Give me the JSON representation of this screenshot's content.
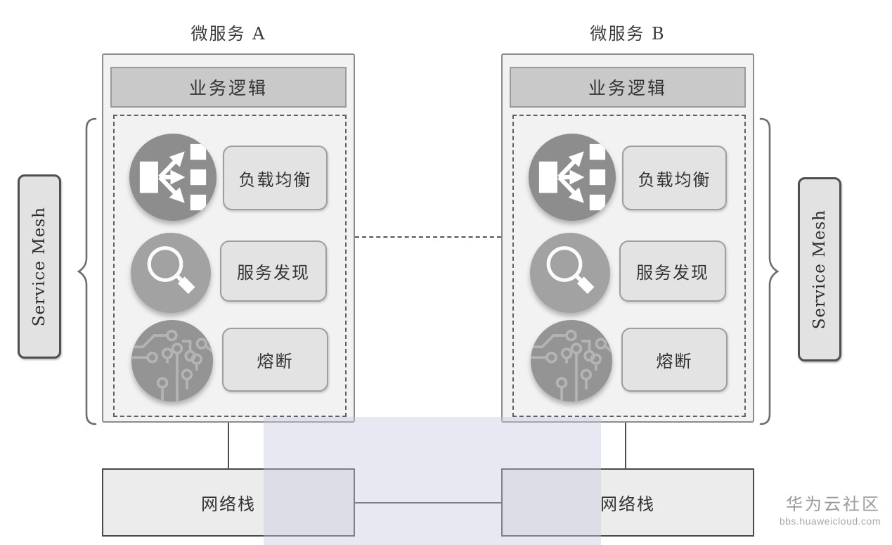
{
  "diagram": {
    "services": [
      {
        "title": "微服务 A",
        "business_logic": "业务逻辑",
        "features": [
          {
            "icon": "load-balancer-icon",
            "label": "负载均衡"
          },
          {
            "icon": "magnifier-icon",
            "label": "服务发现"
          },
          {
            "icon": "circuit-board-icon",
            "label": "熔断"
          }
        ],
        "network_stack": "网络栈"
      },
      {
        "title": "微服务 B",
        "business_logic": "业务逻辑",
        "features": [
          {
            "icon": "load-balancer-icon",
            "label": "负载均衡"
          },
          {
            "icon": "magnifier-icon",
            "label": "服务发现"
          },
          {
            "icon": "circuit-board-icon",
            "label": "熔断"
          }
        ],
        "network_stack": "网络栈"
      }
    ],
    "mesh_label": "Service Mesh",
    "watermark": {
      "community": "华为云社区",
      "site": "bbs.huaweicloud.com"
    },
    "palette": {
      "service_box_fill": "#f2f2f2",
      "business_logic_fill": "#c9c9c9",
      "feature_label_fill": "#e3e3e3",
      "icon_circle_fill": "#8d8d8d",
      "network_stack_fill": "#ececec",
      "line_color": "#4f4f4f",
      "watermark_band": "#c9c9e1",
      "watermark_text": "#9b9b9b"
    }
  }
}
